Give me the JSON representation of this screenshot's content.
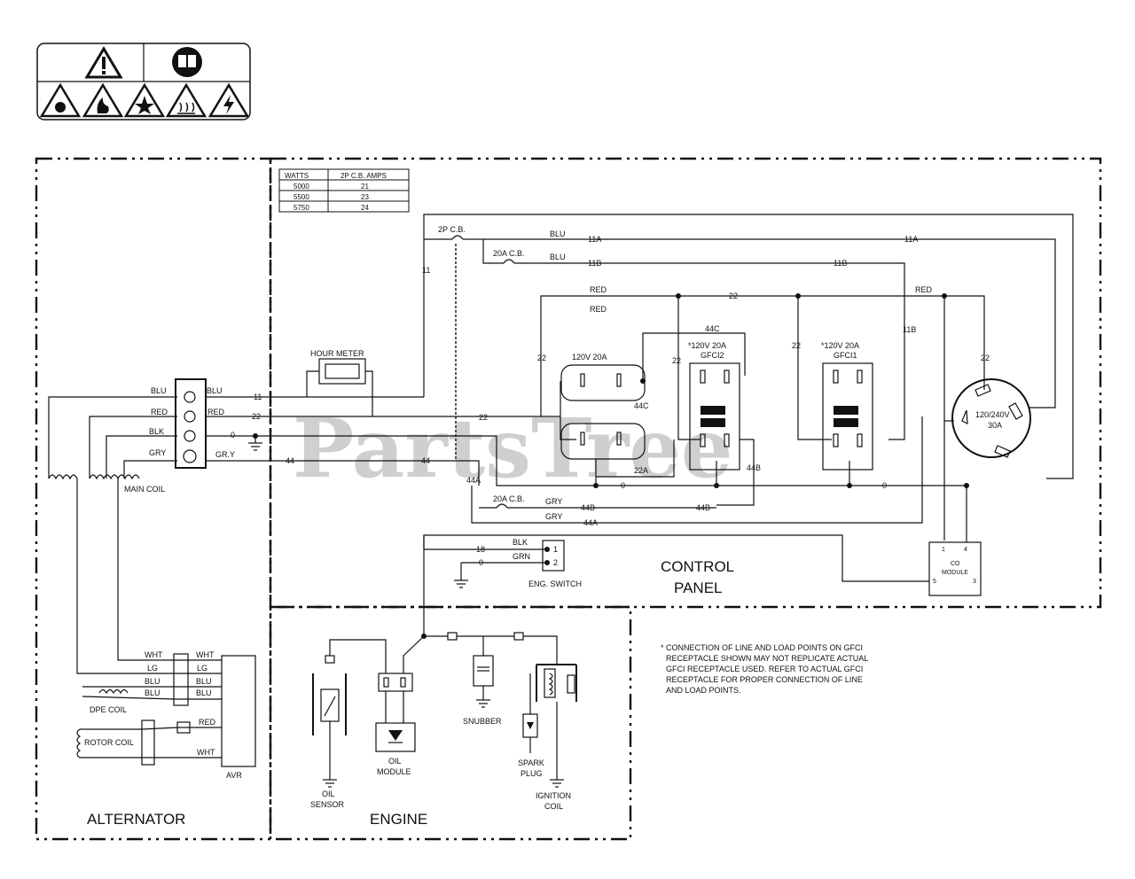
{
  "table": {
    "headers": [
      "WATTS",
      "2P C.B. AMPS"
    ],
    "rows": [
      [
        "5000",
        "21"
      ],
      [
        "5500",
        "23"
      ],
      [
        "5750",
        "24"
      ]
    ]
  },
  "sections": {
    "alternator": "ALTERNATOR",
    "engine": "ENGINE",
    "control_panel_1": "CONTROL",
    "control_panel_2": "PANEL"
  },
  "components": {
    "hour_meter": "HOUR METER",
    "main_coil": "MAIN COIL",
    "dpe_coil": "DPE COIL",
    "rotor_coil": "ROTOR COIL",
    "avr": "AVR",
    "cb_2p": "2P C.B.",
    "cb_20a_1": "20A C.B.",
    "cb_20a_2": "20A C.B.",
    "outlet_120v": "120V 20A",
    "gfci2_a": "*120V 20A",
    "gfci2_b": "GFCI2",
    "gfci1_a": "*120V 20A",
    "gfci1_b": "GFCI1",
    "twistlock_a": "120/240V",
    "twistlock_b": "30A",
    "co_module_a": "CO",
    "co_module_b": "MODULE",
    "eng_switch": "ENG. SWITCH",
    "oil_sensor_a": "OIL",
    "oil_sensor_b": "SENSOR",
    "oil_module_a": "OIL",
    "oil_module_b": "MODULE",
    "snubber": "SNUBBER",
    "spark_plug_a": "SPARK",
    "spark_plug_b": "PLUG",
    "ignition_coil_a": "IGNITION",
    "ignition_coil_b": "COIL"
  },
  "wire_colors": {
    "blu": "BLU",
    "red": "RED",
    "blk": "BLK",
    "gry": "GRY",
    "gry_y": "GR.Y",
    "wht": "WHT",
    "lg": "LG",
    "grn": "GRN"
  },
  "wire_numbers": {
    "w11": "11",
    "w22": "22",
    "w0": "0",
    "w44": "44",
    "w11a": "11A",
    "w11b": "11B",
    "w44a": "44A",
    "w44b": "44B",
    "w44c": "44C",
    "w22a": "22A",
    "w18": "18"
  },
  "co_pins": {
    "p1": "1",
    "p4": "4",
    "p5": "5",
    "p3": "3"
  },
  "switch_pins": {
    "p1": "1",
    "p2": "2"
  },
  "note": [
    "* CONNECTION OF LINE AND LOAD POINTS ON GFCI",
    "RECEPTACLE SHOWN MAY NOT REPLICATE ACTUAL",
    "GFCI RECEPTACLE USED. REFER TO ACTUAL GFCI",
    "RECEPTACLE FOR PROPER CONNECTION OF LINE",
    "AND LOAD POINTS."
  ],
  "watermark": "PartsTree",
  "icons": [
    "warning-icon",
    "manual-icon",
    "hazard-entanglement-icon",
    "hazard-fire-icon",
    "hazard-explosion-icon",
    "hazard-hot-surface-icon",
    "hazard-electric-icon"
  ]
}
